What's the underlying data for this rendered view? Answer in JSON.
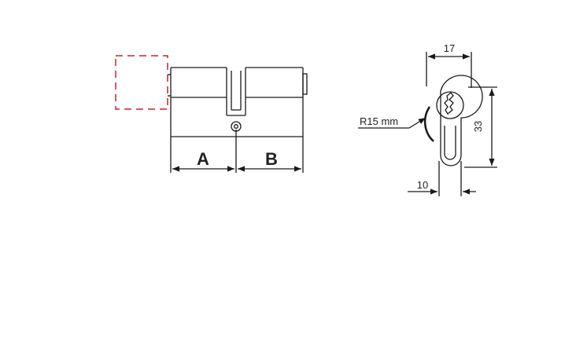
{
  "labels": {
    "a": "A",
    "b": "B",
    "radius": "R15 mm",
    "width_top": "17",
    "height_right": "33",
    "width_bottom": "10"
  },
  "colors": {
    "line": "#1a1a1a",
    "key_outline": "#c0262b"
  }
}
